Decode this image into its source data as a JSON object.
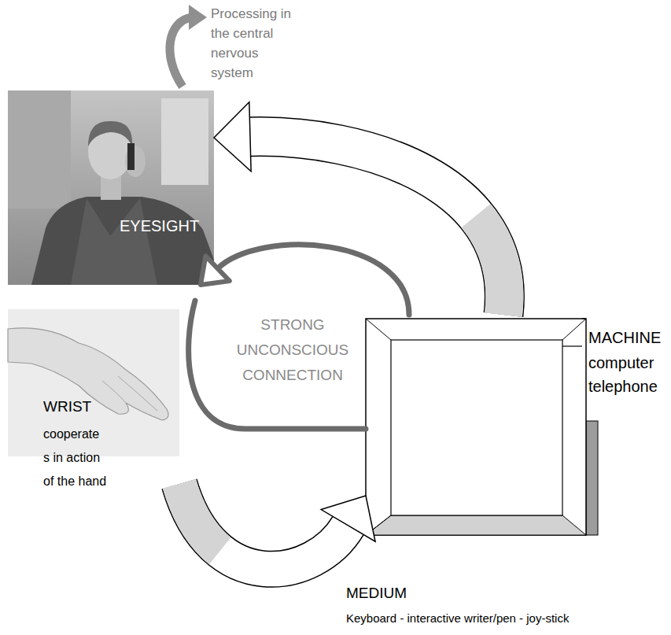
{
  "diagram": {
    "nodes": [
      {
        "text": [
          "EYESIGHT"
        ]
      },
      {
        "text": [
          "WRIST",
          "cooperate s in action of the hand"
        ]
      },
      {
        "text": [
          "MACHINE",
          "computer telephone"
        ]
      }
    ],
    "edges": [
      {
        "from": 2,
        "to": 0,
        "arrow": "to"
      },
      {
        "from": 1,
        "to": 2,
        "arrow": "to"
      },
      {
        "from": 2,
        "to": 0,
        "arrow": "to"
      }
    ],
    "labels": [
      "Processing in the central nervous system",
      "STRONG UNCONSCIOUS CONNECTION",
      "MEDIUM",
      "Keyboard - interactive writer/pen - joy-stick"
    ]
  }
}
